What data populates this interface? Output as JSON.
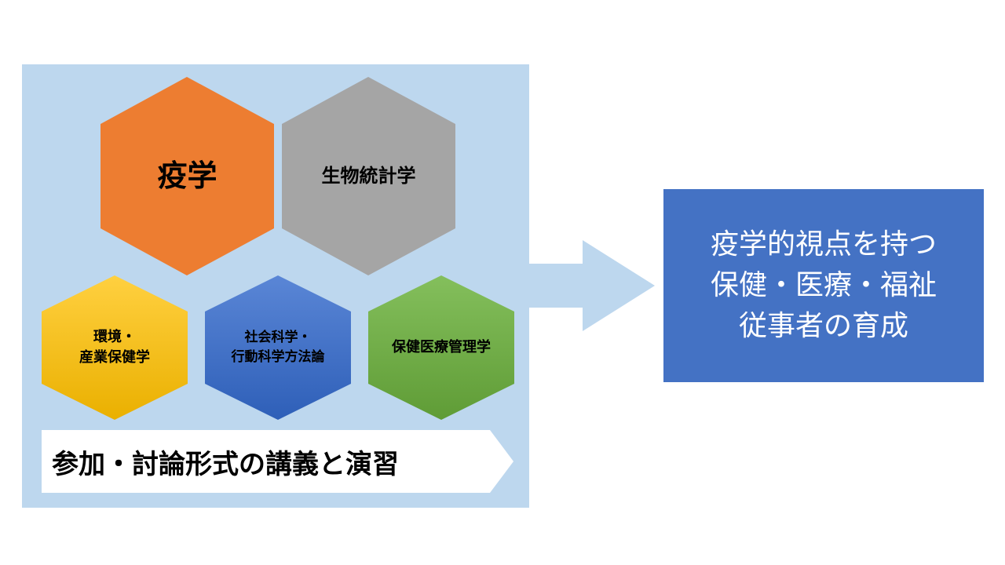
{
  "colors": {
    "panel": "#bdd7ee",
    "epidemiology": "#ed7d31",
    "biostatistics": "#a5a5a5",
    "environmental": "#ffc000",
    "social": "#4472c4",
    "management": "#70ad47",
    "arrow": "#bdd7ee",
    "outcome": "#4472c4",
    "banner": "#ffffff"
  },
  "hexagons": {
    "epidemiology": "疫学",
    "biostatistics": "生物統計学",
    "environmental": [
      "環境・",
      "産業保健学"
    ],
    "social": [
      "社会科学・",
      "行動科学方法論"
    ],
    "management": "保健医療管理学"
  },
  "banner": "参加・討論形式の講義と演習",
  "outcome": [
    "疫学的視点を持つ",
    "保健・医療・福祉",
    "従事者の育成"
  ]
}
